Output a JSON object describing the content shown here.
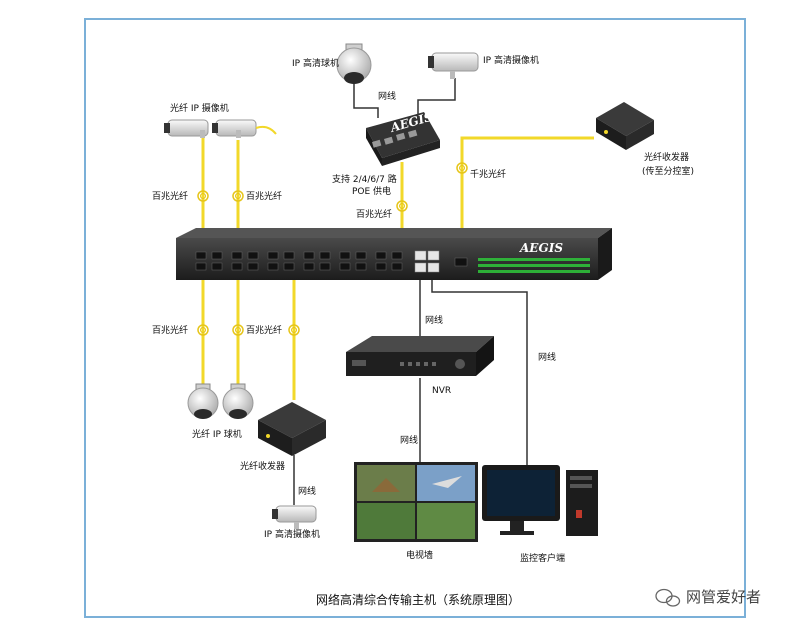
{
  "labels": {
    "ip_dome_top": "IP 高清球机",
    "ip_bullet_top": "IP 高清摄像机",
    "fiber_ip_cams": "光纤 IP 摄像机",
    "net_line_top": "网线",
    "poe_support": "支持 2/4/6/7 路",
    "poe_power": "POE 供电",
    "fast_fiber_poe": "百兆光纤",
    "fast_fiber_left1": "百兆光纤",
    "fast_fiber_left2": "百兆光纤",
    "gigabit_fiber": "千兆光纤",
    "transceiver_right": "光纤收发器",
    "transceiver_right_note": "(传至分控室)",
    "fast_fiber_bottom1": "百兆光纤",
    "fast_fiber_bottom2": "百兆光纤",
    "fiber_ip_dome": "光纤 IP 球机",
    "transceiver_bottom": "光纤收发器",
    "net_line_bottom_cam": "网线",
    "ip_bullet_bottom": "IP 高清摄像机",
    "net_line_nvr": "网线",
    "nvr": "NVR",
    "net_line_tv": "网线",
    "tv_wall": "电视墙",
    "net_line_pc": "网线",
    "monitor_client": "监控客户端",
    "switch_brand": "AEGIS",
    "poe_brand": "AEGIS"
  },
  "caption": "网络高清综合传输主机（系统原理图）",
  "watermark": "网管爱好者",
  "colors": {
    "fiber": "#f2d82a",
    "net_cable": "#333333",
    "frame": "#7bb0d8",
    "device": "#2b2b2b"
  }
}
